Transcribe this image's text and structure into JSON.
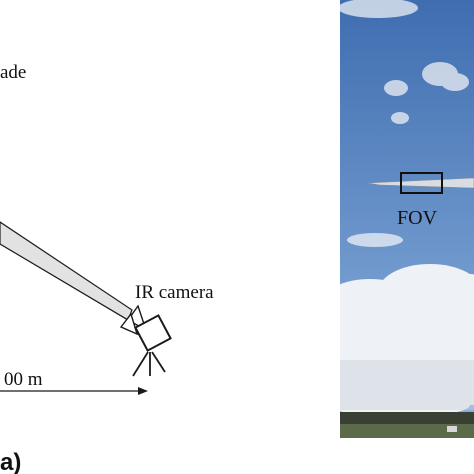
{
  "diagram": {
    "labels": {
      "blade": "ade",
      "ir_camera": "IR camera",
      "distance": "00 m",
      "panel": "a)",
      "fov": "FOV"
    },
    "colors": {
      "line": "#1a1a1a",
      "beam_fill": "#e2e2e2",
      "sky_top": "#3f6db0",
      "sky_bottom": "#8eb4df",
      "cloud": "#eef1f5",
      "ground": "#5b6a48",
      "tree_line": "#3a3f33",
      "blade": "#d9dde2"
    }
  }
}
